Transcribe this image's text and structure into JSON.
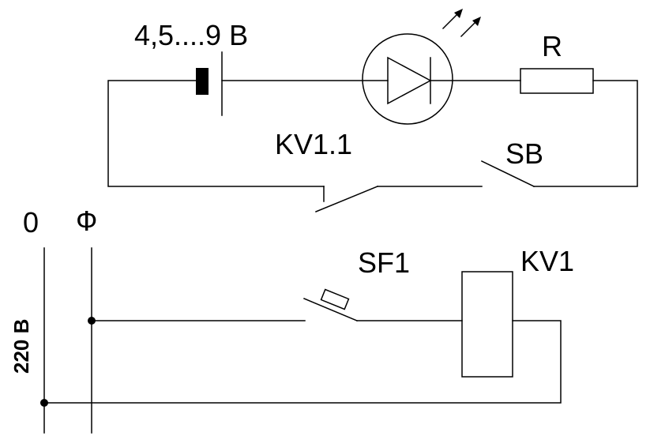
{
  "labels": {
    "battery_voltage": "4,5....9 В",
    "resistor": "R",
    "relay_contact": "KV1.1",
    "button": "SB",
    "neutral": "0",
    "phase": "Ф",
    "mains_voltage": "220 В",
    "breaker": "SF1",
    "relay_coil": "KV1"
  },
  "colors": {
    "ink": "#000000",
    "background": "#ffffff"
  }
}
